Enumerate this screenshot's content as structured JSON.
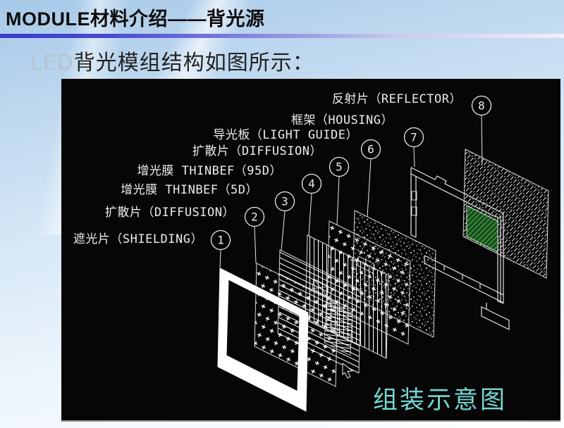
{
  "header": {
    "title": "MODULE材料介绍——背光源"
  },
  "intro": {
    "prefix": "LED",
    "text": "背光模组结构如图所示："
  },
  "diagram": {
    "caption": "组装示意图",
    "labels": [
      {
        "num": "8",
        "text": "反射片（REFLECTOR）",
        "part": "reflector"
      },
      {
        "num": "7",
        "text": "框架（HOUSING）",
        "part": "housing"
      },
      {
        "num": "6",
        "text": "导光板（LIGHT GUIDE）",
        "part": "light-guide"
      },
      {
        "num": "5",
        "text": "扩散片（DIFFUSION）",
        "part": "diffusion-upper"
      },
      {
        "num": "4",
        "text": "增光膜 THINBEF（95D）",
        "part": "bef-95d"
      },
      {
        "num": "3",
        "text": "增光膜 THINBEF（5D）",
        "part": "bef-5d"
      },
      {
        "num": "2",
        "text": "扩散片（DIFFUSION）",
        "part": "diffusion-lower"
      },
      {
        "num": "1",
        "text": "遮光片（SHIELDING）",
        "part": "shielding"
      }
    ],
    "colors": {
      "panel_bg": "#060606",
      "line": "#e8e8e8",
      "caption": "#74d6d0",
      "green_board": "#1a5c20",
      "divider_blue": "#3b3bcb"
    }
  }
}
